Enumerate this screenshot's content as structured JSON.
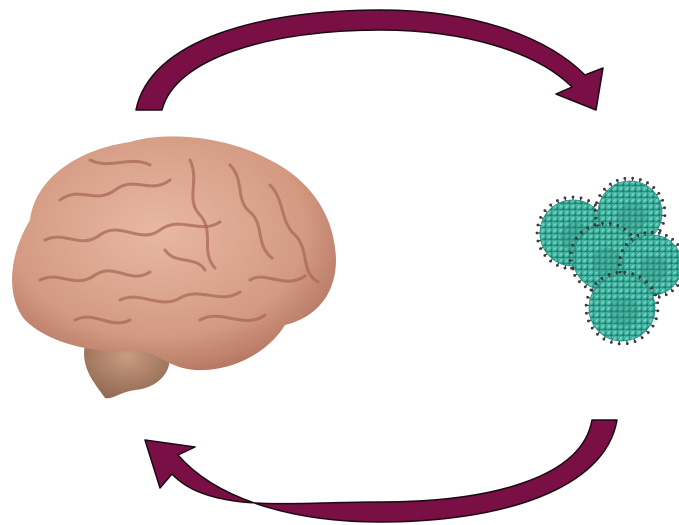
{
  "diagram": {
    "arrow_color": "#7a0f45",
    "arrow_outline": "#1a0a12",
    "brain_color": "#d9a18a",
    "brain_shadow": "#a8685a",
    "cerebellum_color": "#b88a6e",
    "virus_color": "#3fb7a3",
    "virus_spike_color": "#3a3a3a",
    "top_arrow": {
      "direction": "left-to-right"
    },
    "bottom_arrow": {
      "direction": "right-to-left"
    },
    "left_image": {
      "icon": "brain-icon"
    },
    "right_image": {
      "icon": "virus-cluster-icon",
      "particle_count": 5
    }
  }
}
